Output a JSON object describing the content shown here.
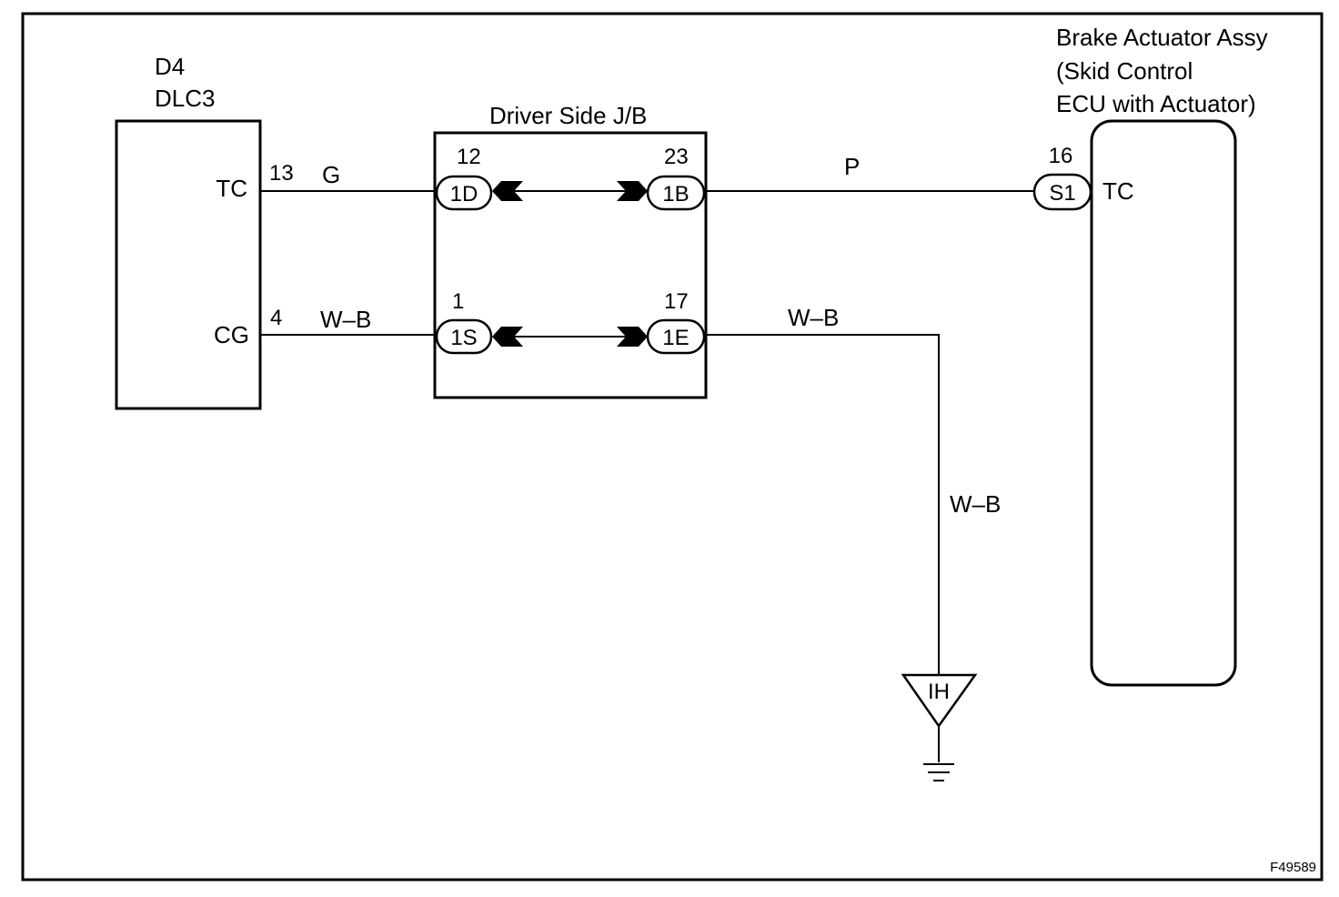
{
  "dlc": {
    "id": "D4",
    "name": "DLC3",
    "pin_tc": "TC",
    "pin_cg": "CG",
    "tc_pin_no": "13",
    "cg_pin_no": "4"
  },
  "junction_block": {
    "title": "Driver Side J/B",
    "conn_1d": "1D",
    "conn_1d_pin": "12",
    "conn_1b": "1B",
    "conn_1b_pin": "23",
    "conn_1s": "1S",
    "conn_1s_pin": "1",
    "conn_1e": "1E",
    "conn_1e_pin": "17"
  },
  "wires": {
    "tc_dlc_color": "G",
    "tc_ecu_color": "P",
    "cg_dlc_color": "W–B",
    "cg_ground_color": "W–B",
    "ground_drop_color": "W–B"
  },
  "actuator": {
    "title_line1": "Brake Actuator Assy",
    "title_line2": "(Skid Control",
    "title_line3": "ECU with Actuator)",
    "connector": "S1",
    "pin_no": "16",
    "pin_name": "TC"
  },
  "ground": {
    "label": "IH"
  },
  "figure_id": "F49589"
}
